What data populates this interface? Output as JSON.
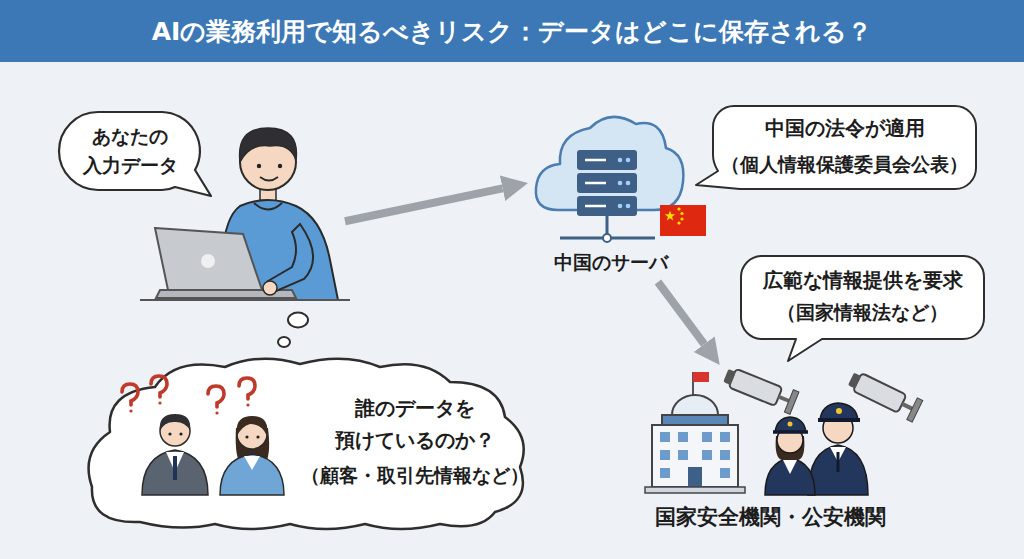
{
  "diagram": {
    "title": "AIの業務利用で知るべきリスク：データはどこに保存される？",
    "nodes": [
      {
        "text": [
          "あなたの 入力データ"
        ]
      },
      {
        "text": [
          "中国のサーバ"
        ]
      },
      {
        "text": [
          "中国の法令が適用",
          "（個人情報保護委員会公表）"
        ]
      },
      {
        "text": [
          "広範な情報提供を要求",
          "（国家情報法など）"
        ]
      },
      {
        "text": [
          "国家安全機関・公安機関"
        ]
      },
      {
        "text": [
          "誰のデータを 預けているのか？",
          "（顧客・取引先情報など）"
        ]
      }
    ],
    "edges": [
      {
        "from": 0,
        "to": 1,
        "arrow": "to"
      },
      {
        "from": 1,
        "to": 4,
        "arrow": "to"
      }
    ]
  }
}
